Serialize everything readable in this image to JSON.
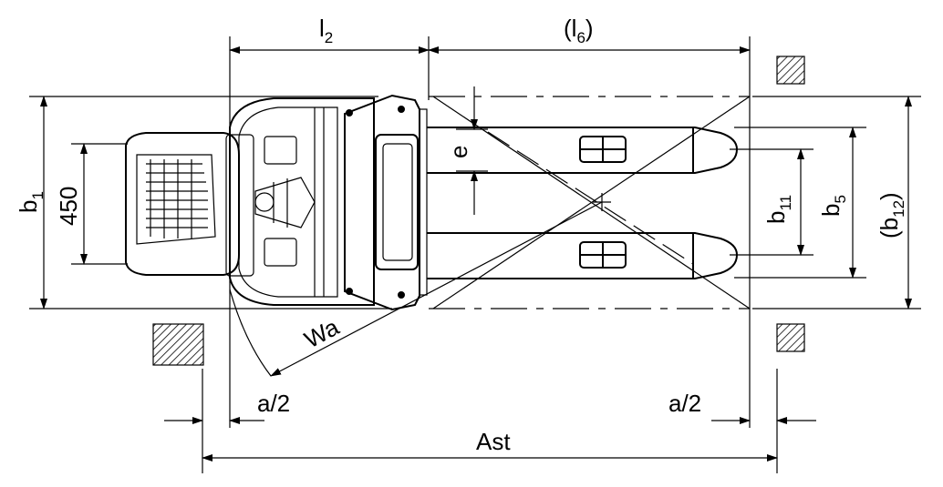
{
  "labels": {
    "l2": "l",
    "l2_sub": "2",
    "l6_open": "(l",
    "l6_sub": "6",
    "l6_close": ")",
    "b1": "b",
    "b1_sub": "1",
    "width_450": "450",
    "e": "e",
    "b11": "b",
    "b11_sub": "11",
    "b5": "b",
    "b5_sub": "5",
    "b12_open": "(b",
    "b12_sub": "12",
    "b12_close": ")",
    "wa": "Wa",
    "a_half_left": "a/2",
    "a_half_right": "a/2",
    "ast": "Ast"
  }
}
